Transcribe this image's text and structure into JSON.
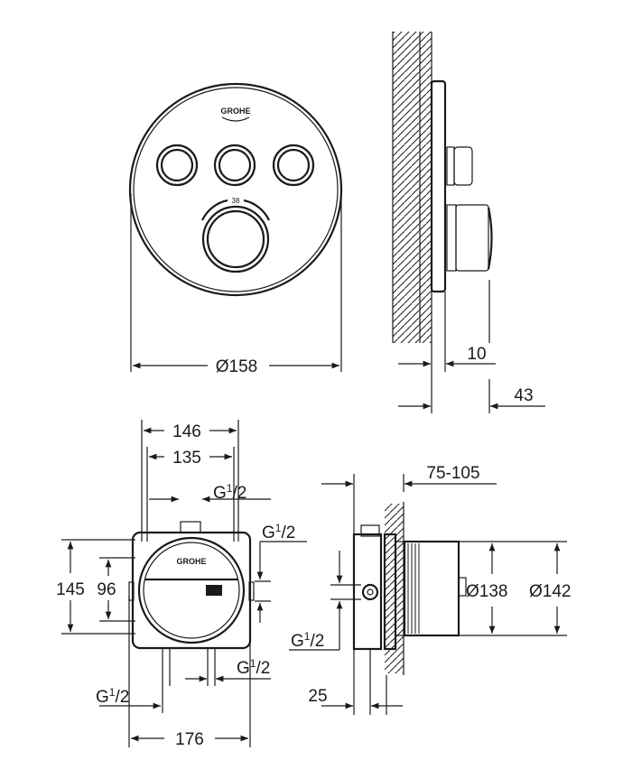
{
  "brand": "GROHE",
  "front_view": {
    "diameter_label": "Ø158",
    "dial_mark": "38"
  },
  "side_view": {
    "depth_plate": "10",
    "depth_total": "43"
  },
  "box_front": {
    "width_outer": "146",
    "width_inner": "135",
    "height_outer": "145",
    "height_inner": "96",
    "base_width": "176",
    "thread": {
      "g": "G",
      "num": "1",
      "den": "/2"
    }
  },
  "box_side": {
    "wall_range": "75-105",
    "offset": "25",
    "diameter_inner": "Ø138",
    "diameter_outer": "Ø142"
  },
  "colors": {
    "line": "#1a1a1a",
    "background": "#ffffff"
  }
}
